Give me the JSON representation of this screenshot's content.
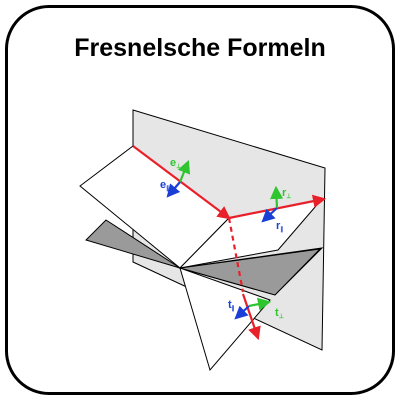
{
  "title": "Fresnelsche Formeln",
  "labels": {
    "e_perp": "e",
    "e_perp_sub": "⊥",
    "e_par": "e",
    "e_par_sub": "∥",
    "r_perp": "r",
    "r_perp_sub": "⊥",
    "r_par": "r",
    "r_par_sub": "∥",
    "t_par": "t",
    "t_par_sub": "∥",
    "t_perp": "t",
    "t_perp_sub": "⊥"
  },
  "colors": {
    "ray": "#e8202a",
    "perpendicular": "#2ec52e",
    "parallel": "#1a3fd6",
    "plane_light": "#e6e6e6",
    "plane_dark": "#9a9a9a",
    "outline": "#000000"
  }
}
